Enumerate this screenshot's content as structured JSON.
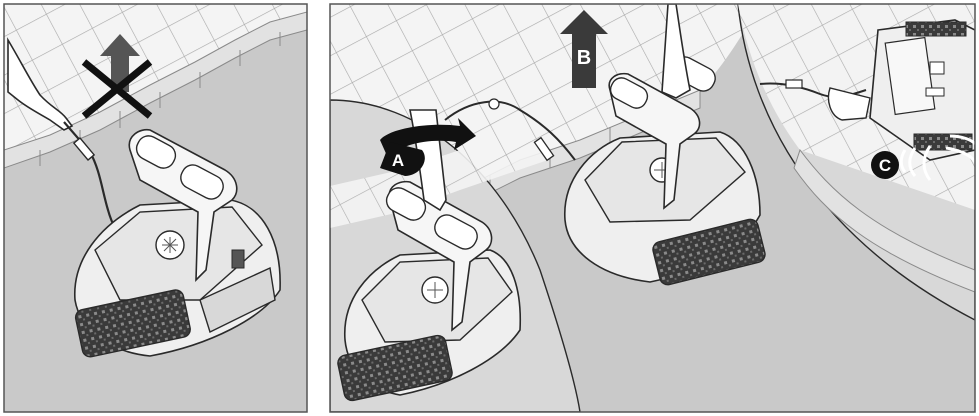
{
  "colors": {
    "pool_wall": "#c9c9c9",
    "pool_wall_light": "#d8d8d8",
    "deck": "#f4f4f4",
    "tile_line": "#9a9a9a",
    "outline": "#2a2a2a",
    "robot_body": "#efefef",
    "robot_shade": "#cfcfcf",
    "brush": "#333333",
    "badge_bg": "#111111",
    "badge_text": "#ffffff",
    "frame": "#555555"
  },
  "panels": [
    {
      "id": "panel-1",
      "description_icon": "crossed-out-lift-arrow-icon"
    },
    {
      "id": "panel-2",
      "description_icon": "up-arrow-icon"
    },
    {
      "id": "panel-3",
      "description_icon": "drain-water-icon"
    }
  ],
  "labels": {
    "a": "A",
    "b": "B",
    "c": "C"
  }
}
